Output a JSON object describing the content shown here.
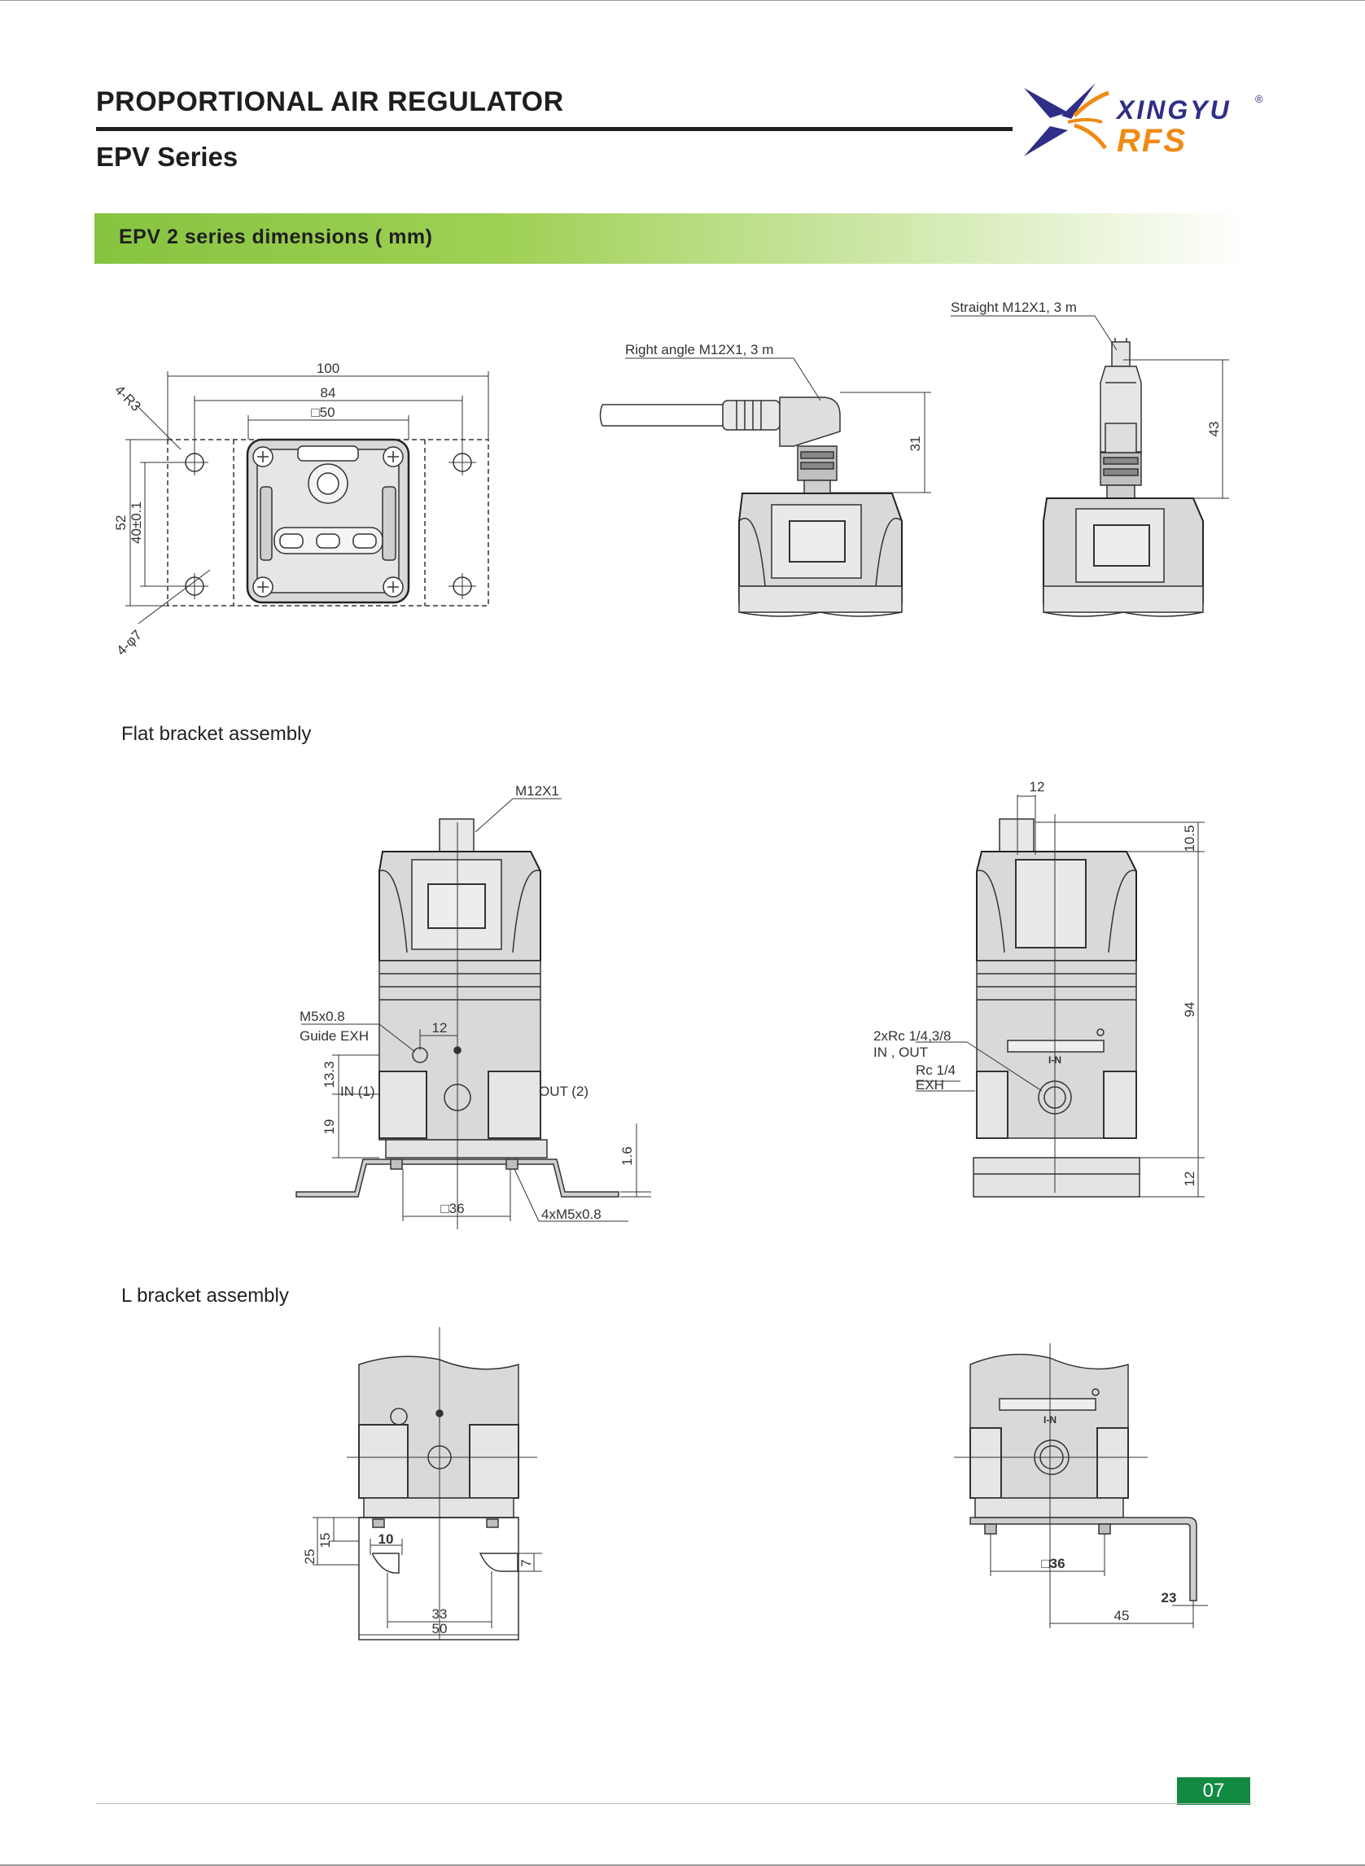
{
  "header": {
    "title": "PROPORTIONAL AIR REGULATOR",
    "subtitle": "EPV Series",
    "logo_top": "XINGYU",
    "logo_bottom": "RFS",
    "logo_mark": "®"
  },
  "banner": {
    "text": "EPV 2 series dimensions ( mm)"
  },
  "sections": {
    "flat": "Flat bracket assembly",
    "lbracket": "L bracket assembly"
  },
  "top_view": {
    "d100": "100",
    "d84": "84",
    "d50": "□50",
    "d52": "52",
    "d40": "40±0.1",
    "r3": "4-R3",
    "phi7": "4-φ7"
  },
  "right_angle": {
    "label": "Right angle M12X1, 3 m",
    "d31": "31"
  },
  "straight": {
    "label": "Straight M12X1, 3 m",
    "d43": "43"
  },
  "flat_front": {
    "m12": "M12X1",
    "m5": "M5x0.8",
    "guide": "Guide EXH",
    "d12": "12",
    "d13_3": "13.3",
    "d19": "19",
    "in": "IN (1)",
    "out": "OUT (2)",
    "d1_6": "1.6",
    "d36": "□36",
    "m5x4": "4xM5x0.8"
  },
  "flat_side": {
    "d12top": "12",
    "d10_5": "10.5",
    "d94": "94",
    "d12bot": "12",
    "rc": "2xRc  1/4,3/8",
    "inout": "IN , OUT",
    "rc14": "Rc 1/4",
    "exh": "EXH",
    "marker": "I-N"
  },
  "l_front": {
    "d25": "25",
    "d15": "15",
    "d10": "10",
    "d7": "7",
    "d33": "33",
    "d50": "50"
  },
  "l_side": {
    "d36": "□36",
    "d23": "23",
    "d45": "45",
    "marker": "I-N"
  },
  "footer": {
    "page": "07"
  }
}
